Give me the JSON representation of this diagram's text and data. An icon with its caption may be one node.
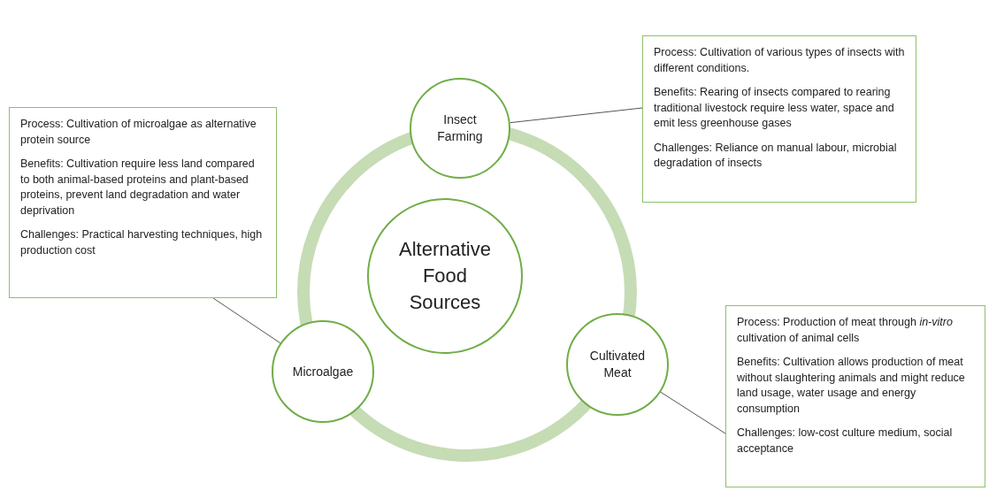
{
  "diagram": {
    "nodes": [
      {
        "text": [
          "Alternative Food Sources"
        ]
      },
      {
        "text": [
          "Insect Farming"
        ]
      },
      {
        "text": [
          "Process: Cultivation of various types of insects with different conditions.",
          "Benefits: Rearing of insects compared to rearing traditional livestock require less water, space and emit less greenhouse gases",
          "Challenges: Reliance on manual labour, microbial degradation of insects"
        ]
      },
      {
        "text": [
          "Microalgae"
        ]
      },
      {
        "text": [
          "Process: Cultivation of microalgae as alternative protein source",
          "Benefits: Cultivation require less land compared to both animal-based proteins and plant-based proteins, prevent land degradation and water deprivation",
          "Challenges: Practical harvesting techniques, high production cost"
        ]
      },
      {
        "text": [
          "Cultivated Meat"
        ]
      },
      {
        "text": [
          "Process: Production of meat through *in-vitro* cultivation of animal cells",
          "Benefits: Cultivation allows production of meat without slaughtering animals and might reduce land usage, water usage and energy consumption",
          "Challenges: low-cost culture medium, social acceptance"
        ]
      }
    ],
    "edges": [
      {
        "from": 1,
        "to": 2,
        "arrow": "none"
      },
      {
        "from": 4,
        "to": 3,
        "arrow": "none"
      },
      {
        "from": 5,
        "to": 6,
        "arrow": "none"
      }
    ]
  }
}
